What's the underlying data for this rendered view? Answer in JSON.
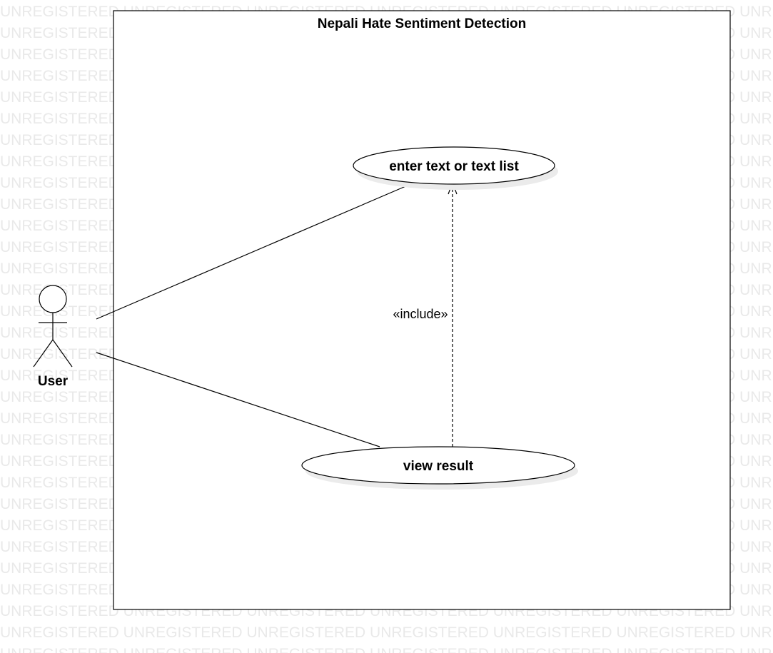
{
  "watermark": {
    "text": "UNREGISTERED"
  },
  "system_boundary": {
    "title": "Nepali Hate Sentiment Detection"
  },
  "actor": {
    "name": "User"
  },
  "use_cases": {
    "enter_text": {
      "label": "enter text or text list"
    },
    "view_result": {
      "label": "view result"
    }
  },
  "relationships": {
    "include": {
      "stereotype": "«include»",
      "from": "view result",
      "to": "enter text or text list"
    },
    "associations": [
      {
        "actor": "User",
        "use_case": "enter text or text list"
      },
      {
        "actor": "User",
        "use_case": "view result"
      }
    ]
  },
  "colors": {
    "line": "#000000",
    "boundary_fill": "#ffffff",
    "shadow": "#ebebeb",
    "watermark": "#e9e9e9"
  }
}
